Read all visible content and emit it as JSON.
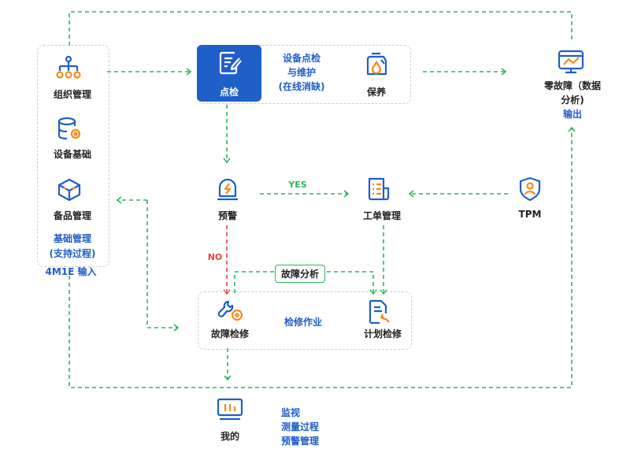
{
  "colors": {
    "primary_blue": "#1f5fc8",
    "accent_orange": "#f28c18",
    "flow_green": "#2db55d",
    "no_red": "#e8413c",
    "group_border": "#cfcfcf"
  },
  "left_group": {
    "items": [
      {
        "label": "组织管理",
        "icon": "org-chart-icon"
      },
      {
        "label": "设备基础",
        "icon": "database-gear-icon"
      },
      {
        "label": "备品管理",
        "icon": "box-icon"
      }
    ],
    "caption_line1": "基础管理",
    "caption_line2": "(支持过程)",
    "footer": "4M1E  输入"
  },
  "top_group": {
    "active_item": {
      "label": "点检",
      "icon": "edit-document-icon"
    },
    "center_line1": "设备点检",
    "center_line2": "与维护",
    "center_line3": "(在线消缺)",
    "right_item": {
      "label": "保养",
      "icon": "oil-can-icon"
    }
  },
  "output_node": {
    "label_line1": "零故障（数据",
    "label_line2": "分析)",
    "caption": "输出",
    "icon": "monitor-chart-icon"
  },
  "middle_row": {
    "alert": {
      "label": "预警",
      "icon": "alarm-light-icon"
    },
    "yes_label": "YES",
    "workorder": {
      "label": "工单管理",
      "icon": "document-list-icon"
    },
    "tpm": {
      "label": "TPM",
      "icon": "shield-user-icon"
    }
  },
  "no_label": "NO",
  "analysis_tag": "故障分析",
  "repair_group": {
    "fault": {
      "label": "故障检修",
      "icon": "wrench-gear-icon"
    },
    "center": "检修作业",
    "planned": {
      "label": "计划检修",
      "icon": "document-wrench-icon"
    }
  },
  "bottom": {
    "mine": {
      "label": "我的",
      "icon": "monitor-bars-icon"
    },
    "lines": [
      "监视",
      "测量过程",
      "预警管理"
    ]
  }
}
